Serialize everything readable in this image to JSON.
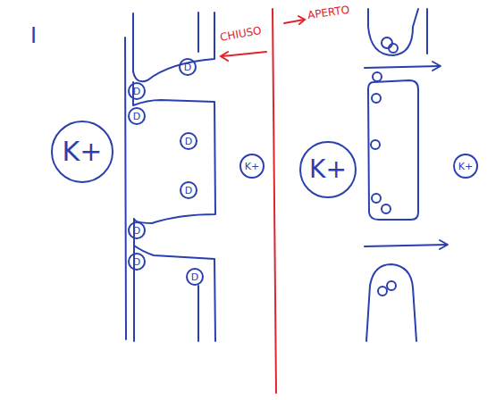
{
  "diagram": {
    "nodes": [
      {
        "text": [
          "D"
        ]
      },
      {
        "text": [
          "D"
        ]
      },
      {
        "text": [
          "D"
        ]
      },
      {
        "text": [
          "K+"
        ]
      },
      {
        "text": [
          "D"
        ]
      },
      {
        "text": [
          "K+"
        ]
      },
      {
        "text": [
          "K+"
        ]
      },
      {
        "text": [
          "K+"
        ]
      },
      {
        "text": [
          "D"
        ]
      },
      {
        "text": [
          "D"
        ]
      },
      {
        "text": [
          "D"
        ]
      },
      {
        "text": [
          "D"
        ]
      }
    ],
    "labels": [
      "I",
      "APERTO",
      "CHIUSO"
    ]
  }
}
